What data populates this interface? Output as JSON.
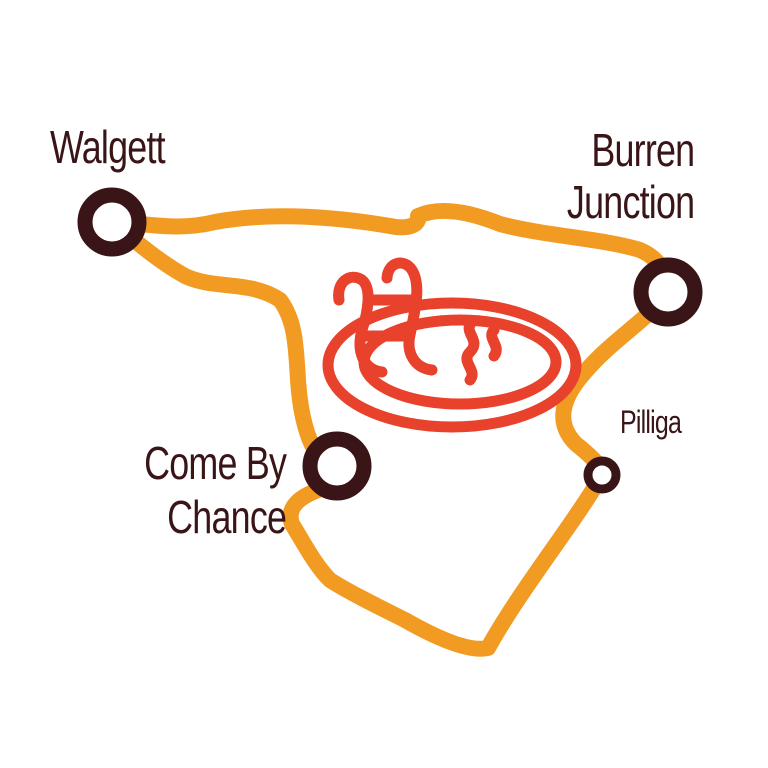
{
  "map": {
    "route_color": "#f29b22",
    "town_marker_color": "#3a1517",
    "bore_bath_color": "#e8412c",
    "bore_bath_icon": "hot-spring-pool-icon"
  },
  "towns": {
    "walgett": "Walgett",
    "burren_line1": "Burren",
    "burren_line2": "Junction",
    "pilliga": "Pilliga",
    "come_by_chance_line1": "Come By",
    "come_by_chance_line2": "Chance"
  }
}
